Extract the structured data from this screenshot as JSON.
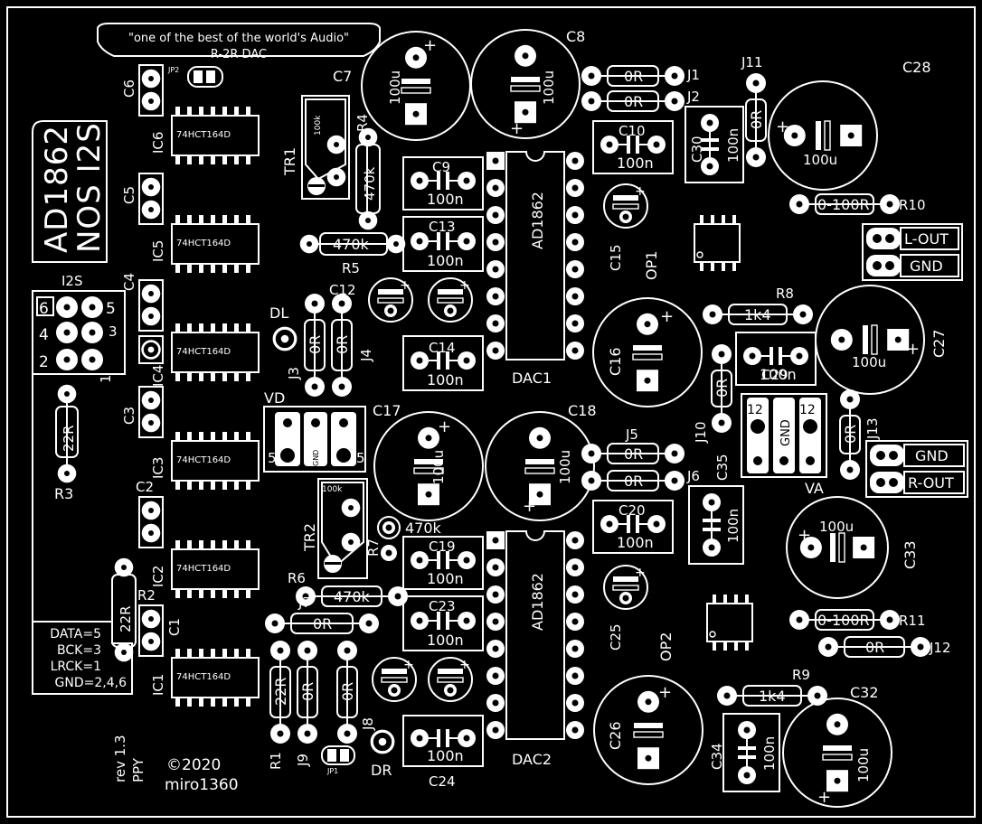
{
  "board": {
    "banner": "\"one of the best of the world's Audio\"",
    "subtitle": "R-2R DAC",
    "product_title_line1": "AD1862",
    "product_title_line2": "NOS I2S",
    "copyright": "©2020",
    "author": "miro1360",
    "revision": "rev 1.3",
    "revision_by": "PPY",
    "i2s_pin_info": [
      "DATA=5",
      "BCK=3",
      "LRCK=1",
      "GND=2,4,6"
    ]
  },
  "i2s_header": {
    "label": "I2S",
    "pins": [
      "6",
      "5",
      "4",
      "3",
      "2",
      "1"
    ]
  },
  "vd_header": {
    "label": "VD",
    "pins": [
      "5",
      "GND",
      "5"
    ]
  },
  "va_header": {
    "label": "VA",
    "pins": [
      "12",
      "GND",
      "12"
    ]
  },
  "outputs": {
    "l_out": "L-OUT",
    "l_gnd": "GND",
    "r_gnd": "GND",
    "r_out": "R-OUT"
  },
  "chips": {
    "shift_register_value": "74HCT164D",
    "dac_value": "AD1862",
    "shift_registers": [
      "IC1",
      "IC2",
      "IC3",
      "IC4",
      "IC5",
      "IC6"
    ],
    "dac1": "DAC1",
    "dac2": "DAC2",
    "op1": "OP1",
    "op2": "OP2"
  },
  "values": {
    "cap_100u": "100u",
    "cap_100n": "100n",
    "res_0r": "0R",
    "res_22r": "22R",
    "res_470k": "470k",
    "res_1k4": "1k4",
    "res_0_100r": "0-100R",
    "trim_100k": "100k"
  },
  "refs": {
    "C1": "C1",
    "C2": "C2",
    "C3": "C3",
    "C4": "C4",
    "C5": "C5",
    "C6": "C6",
    "C7": "C7",
    "C8": "C8",
    "C9": "C9",
    "C10": "C10",
    "C12": "C12",
    "C13": "C13",
    "C14": "C14",
    "C15": "C15",
    "C16": "C16",
    "C17": "C17",
    "C18": "C18",
    "C19": "C19",
    "C20": "C20",
    "C23": "C23",
    "C24": "C24",
    "C25": "C25",
    "C26": "C26",
    "C27": "C27",
    "C28": "C28",
    "C29": "C29",
    "C30": "C30",
    "C32": "C32",
    "C33": "C33",
    "C34": "C34",
    "C35": "C35",
    "R1": "R1",
    "R2": "R2",
    "R3": "R3",
    "R4": "R4",
    "R5": "R5",
    "R6": "R6",
    "R7": "R7",
    "R8": "R8",
    "R9": "R9",
    "R10": "R10",
    "R11": "R11",
    "J1": "J1",
    "J2": "J2",
    "J3": "J3",
    "J4": "J4",
    "J5": "J5",
    "J6": "J6",
    "J7": "J7",
    "J8": "J8",
    "J9": "J9",
    "J10": "J10",
    "J11": "J11",
    "J12": "J12",
    "J13": "J13",
    "TR1": "TR1",
    "TR2": "TR2",
    "DL": "DL",
    "DR": "DR",
    "JP1": "JP1",
    "JP2": "JP2"
  }
}
